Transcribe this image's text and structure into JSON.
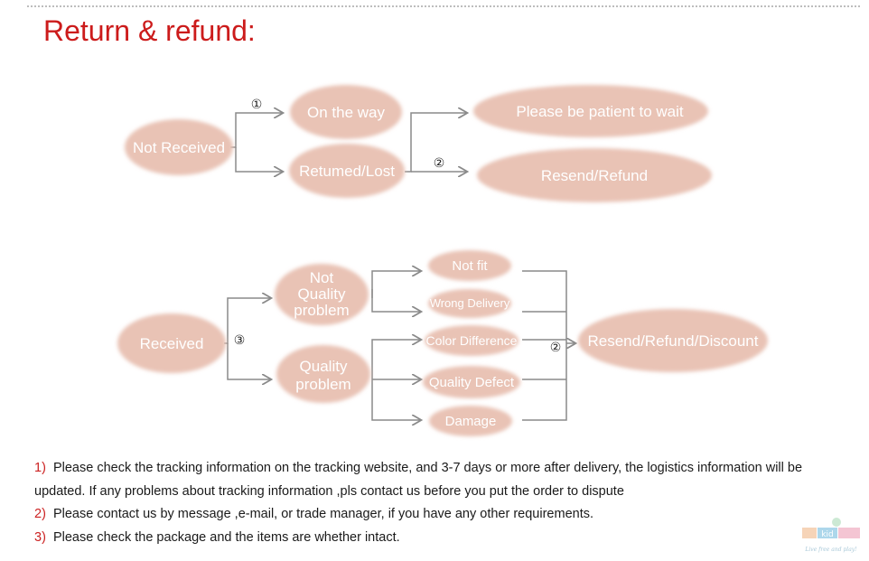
{
  "title": "Return & refund:",
  "diagram": {
    "nodes": {
      "not_received": "Not Received",
      "on_the_way": "On the way",
      "returned_lost": "Retumed/Lost",
      "patient_wait": "Please be patient to wait",
      "resend_refund": "Resend/Refund",
      "received": "Received",
      "not_quality_1": "Not",
      "not_quality_2": "Quality",
      "not_quality_3": "problem",
      "quality_1": "Quality",
      "quality_2": "problem",
      "not_fit": "Not fit",
      "wrong_delivery": "Wrong Delivery",
      "color_difference": "Color Difference",
      "quality_defect": "Quality Defect",
      "damage": "Damage",
      "resend_refund_discount": "Resend/Refund/Discount"
    },
    "markers": {
      "m1": "①",
      "m2_top": "②",
      "m3": "③",
      "m2_bottom": "②"
    }
  },
  "notes": [
    {
      "num": "1)",
      "text": "Please check the tracking information on the tracking website, and 3-7 days or more after delivery, the logistics information will be updated. If any problems about tracking information ,pls contact us before you put the order to dispute"
    },
    {
      "num": "2)",
      "text": "Please contact us by message ,e-mail, or trade manager, if you have any other requirements."
    },
    {
      "num": "3)",
      "text": "Please check the package and the items are whether intact."
    }
  ],
  "watermark": {
    "brand": "kid",
    "tagline": "Live free and play!"
  },
  "colors": {
    "node_fill": "#e9c3b5",
    "node_text": "#ffffff",
    "line": "#8a8a8a",
    "title": "#cc1b1b"
  }
}
